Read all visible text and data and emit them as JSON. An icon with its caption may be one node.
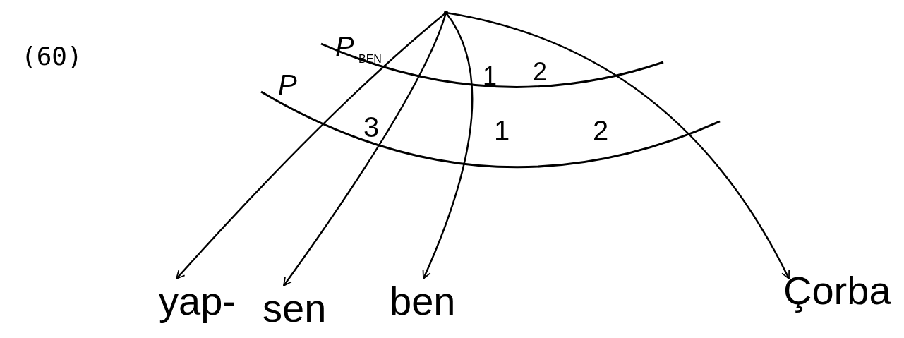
{
  "diagram": {
    "nodes": [
      {
        "text": [],
        "shape": "circle"
      },
      {
        "text": [
          "yap-"
        ]
      },
      {
        "text": [
          "sen"
        ]
      },
      {
        "text": [
          "ben"
        ]
      },
      {
        "text": [
          "Çorba"
        ]
      }
    ],
    "edges": [
      {
        "from": 0,
        "to": 1,
        "arrow": "to"
      },
      {
        "from": 0,
        "to": 2,
        "arrow": "to"
      },
      {
        "from": 0,
        "to": 3,
        "arrow": "to"
      },
      {
        "from": 0,
        "to": 4,
        "arrow": "to"
      }
    ],
    "labels": [
      "(60)",
      "P",
      "P",
      "BEN",
      "1",
      "2",
      "3",
      "1",
      "2"
    ]
  }
}
